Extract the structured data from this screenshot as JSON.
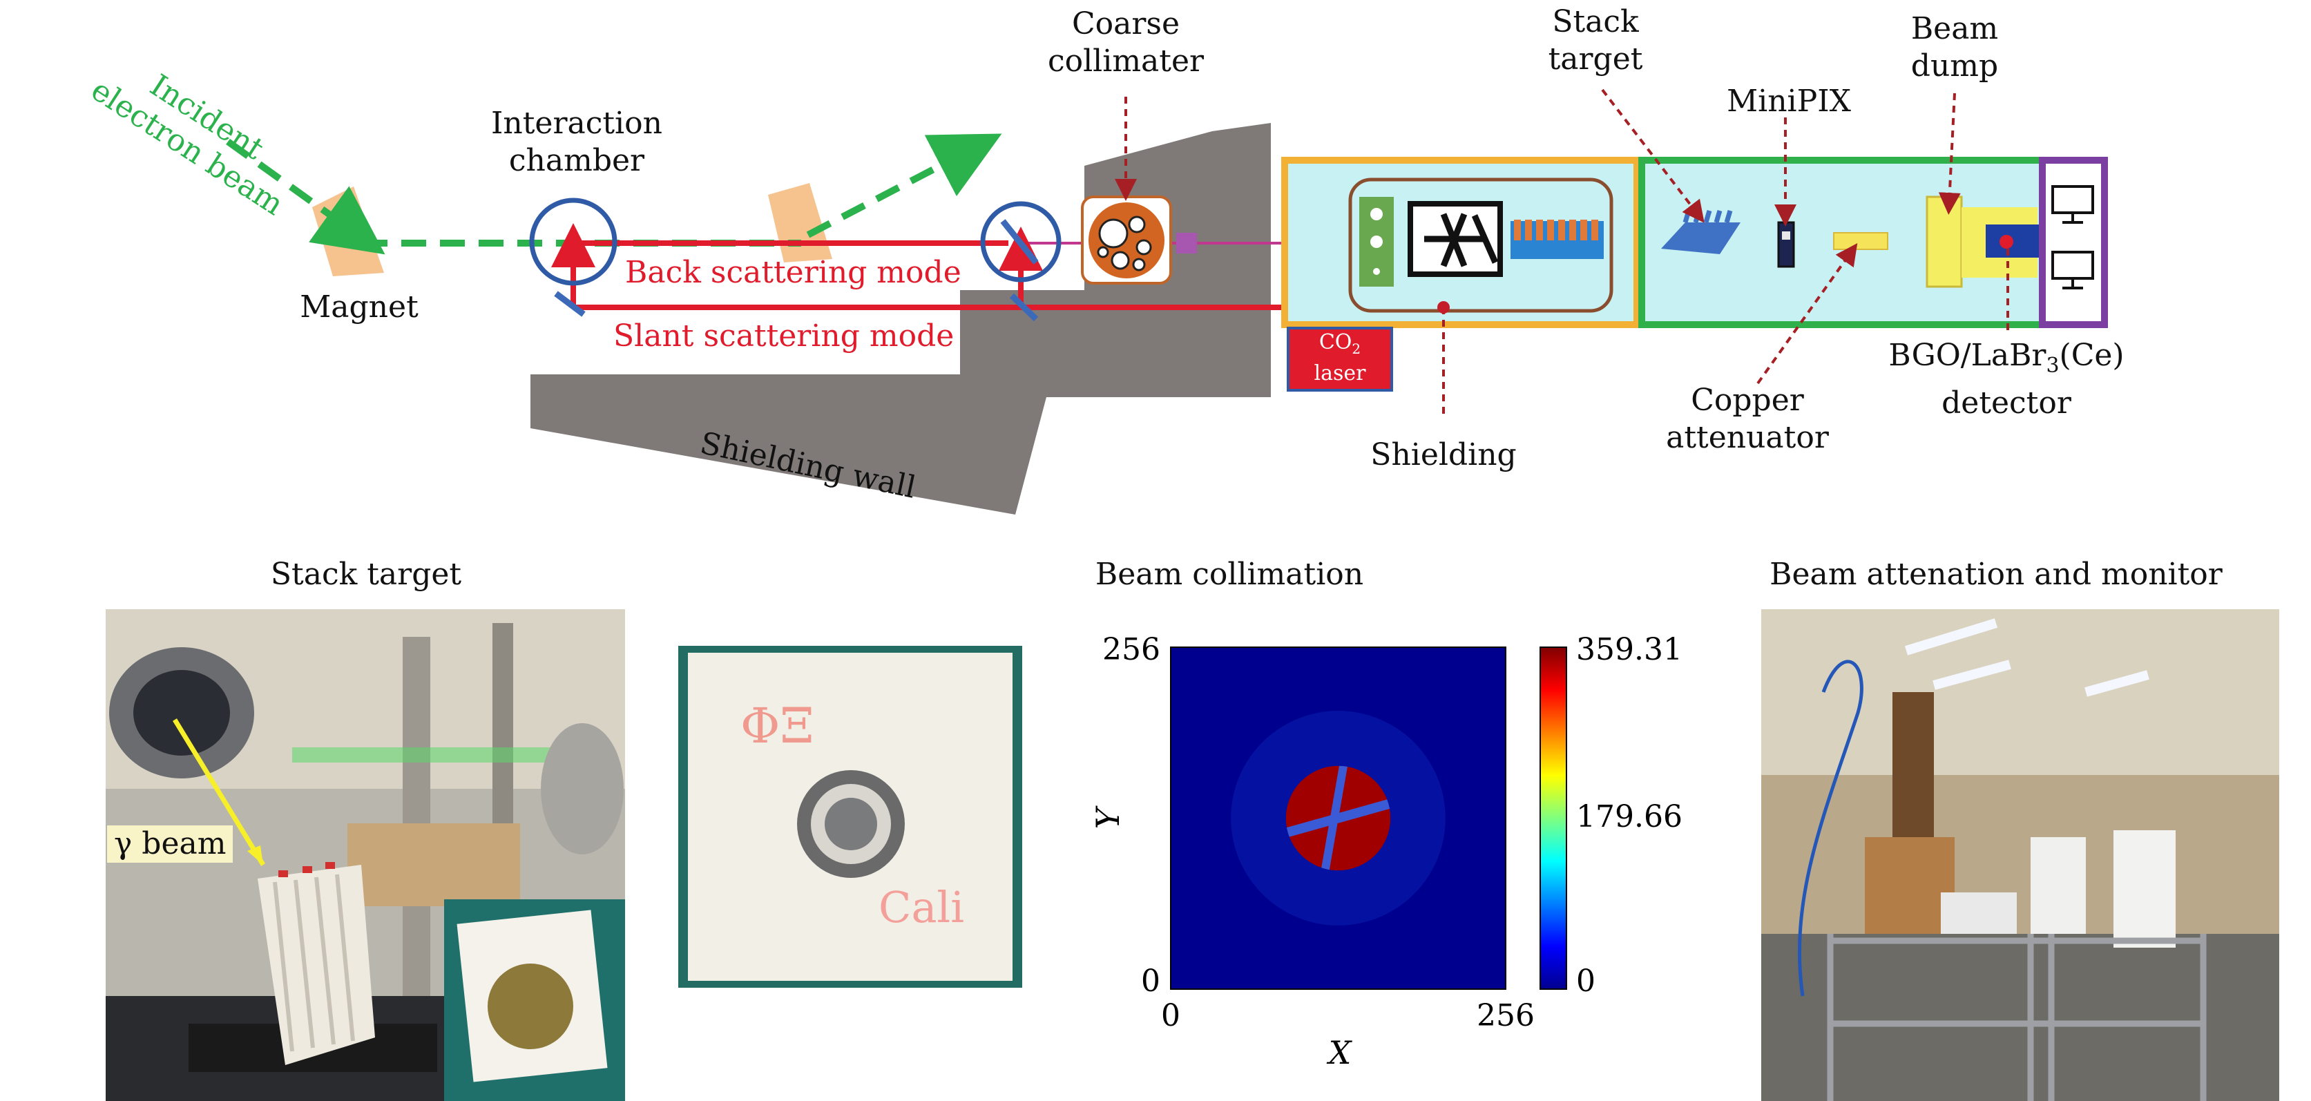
{
  "schematic": {
    "incident_beam": [
      "Incident",
      "electron beam"
    ],
    "magnet": "Magnet",
    "interaction_chamber": [
      "Interaction",
      "chamber"
    ],
    "coarse_collimater": [
      "Coarse",
      "collimater"
    ],
    "back_scattering_mode": "Back scattering mode",
    "slant_scattering_mode": "Slant scattering mode",
    "shielding_wall": "Shielding wall",
    "co2_laser": [
      "CO",
      "2",
      "laser"
    ],
    "shielding": "Shielding",
    "stack_target": [
      "Stack",
      "target"
    ],
    "minipix": "MiniPIX",
    "beam_dump": [
      "Beam",
      "dump"
    ],
    "copper_attenuator": [
      "Copper",
      "attenuator"
    ],
    "detector": [
      "BGO/LaBr",
      "3",
      "(Ce)",
      "detector"
    ]
  },
  "panels": {
    "stack_target_title": "Stack target",
    "gamma_beam_label": "γ beam",
    "beam_collimation_title": "Beam collimation",
    "beam_attenuation_title": "Beam attenation and monitor"
  },
  "colors": {
    "green_beam": "#2bb24c",
    "red_gamma": "#e01b2b",
    "chamber_blue": "#2f5aa6",
    "magnet_orange": "#f6c28e",
    "wall_gray": "#7f7a78",
    "box_cyan": "#c8f1f3",
    "orange_frame": "#f2b134",
    "green_frame": "#2fb04a",
    "purple_frame": "#7a3fa0"
  },
  "chart_data": {
    "type": "heatmap",
    "xlabel": "X",
    "ylabel": "Y",
    "xlim": [
      0,
      256
    ],
    "ylim": [
      0,
      256
    ],
    "x_ticks": [
      "0",
      "256"
    ],
    "y_ticks": [
      "0",
      "256"
    ],
    "colorbar_ticks": [
      "359.31",
      "179.66",
      "0"
    ],
    "colorbar_range": [
      0,
      359.31
    ],
    "background_value": 0,
    "spot": {
      "center_x": 128,
      "center_y": 128,
      "radius": 40,
      "value": 359.31,
      "colormap": "jet"
    }
  }
}
